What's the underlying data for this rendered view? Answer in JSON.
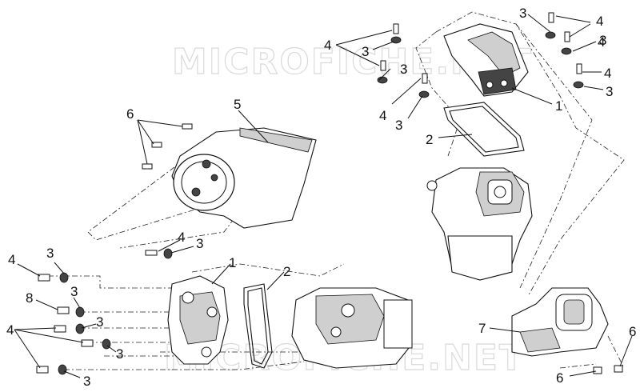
{
  "watermark": "MICROFICHE.NET",
  "callouts": [
    {
      "id": "c1",
      "text": "3"
    },
    {
      "id": "c2",
      "text": "4"
    },
    {
      "id": "c3",
      "text": "4"
    },
    {
      "id": "c4",
      "text": "3"
    },
    {
      "id": "c5",
      "text": "4"
    },
    {
      "id": "c6",
      "text": "3"
    },
    {
      "id": "c7",
      "text": "4"
    },
    {
      "id": "c8",
      "text": "3"
    },
    {
      "id": "c9",
      "text": "1"
    },
    {
      "id": "c10",
      "text": "4"
    },
    {
      "id": "c11",
      "text": "3"
    },
    {
      "id": "c12",
      "text": "4"
    },
    {
      "id": "c13",
      "text": "3"
    },
    {
      "id": "c14",
      "text": "2"
    },
    {
      "id": "c15",
      "text": "6"
    },
    {
      "id": "c16",
      "text": "5"
    },
    {
      "id": "c17",
      "text": "4"
    },
    {
      "id": "c18",
      "text": "3"
    },
    {
      "id": "c19",
      "text": "4"
    },
    {
      "id": "c20",
      "text": "3"
    },
    {
      "id": "c21",
      "text": "1"
    },
    {
      "id": "c22",
      "text": "2"
    },
    {
      "id": "c23",
      "text": "8"
    },
    {
      "id": "c24",
      "text": "3"
    },
    {
      "id": "c25",
      "text": "3"
    },
    {
      "id": "c26",
      "text": "4"
    },
    {
      "id": "c27",
      "text": "3"
    },
    {
      "id": "c28",
      "text": "3"
    },
    {
      "id": "c29",
      "text": "7"
    },
    {
      "id": "c30",
      "text": "6"
    },
    {
      "id": "c31",
      "text": "6"
    }
  ]
}
